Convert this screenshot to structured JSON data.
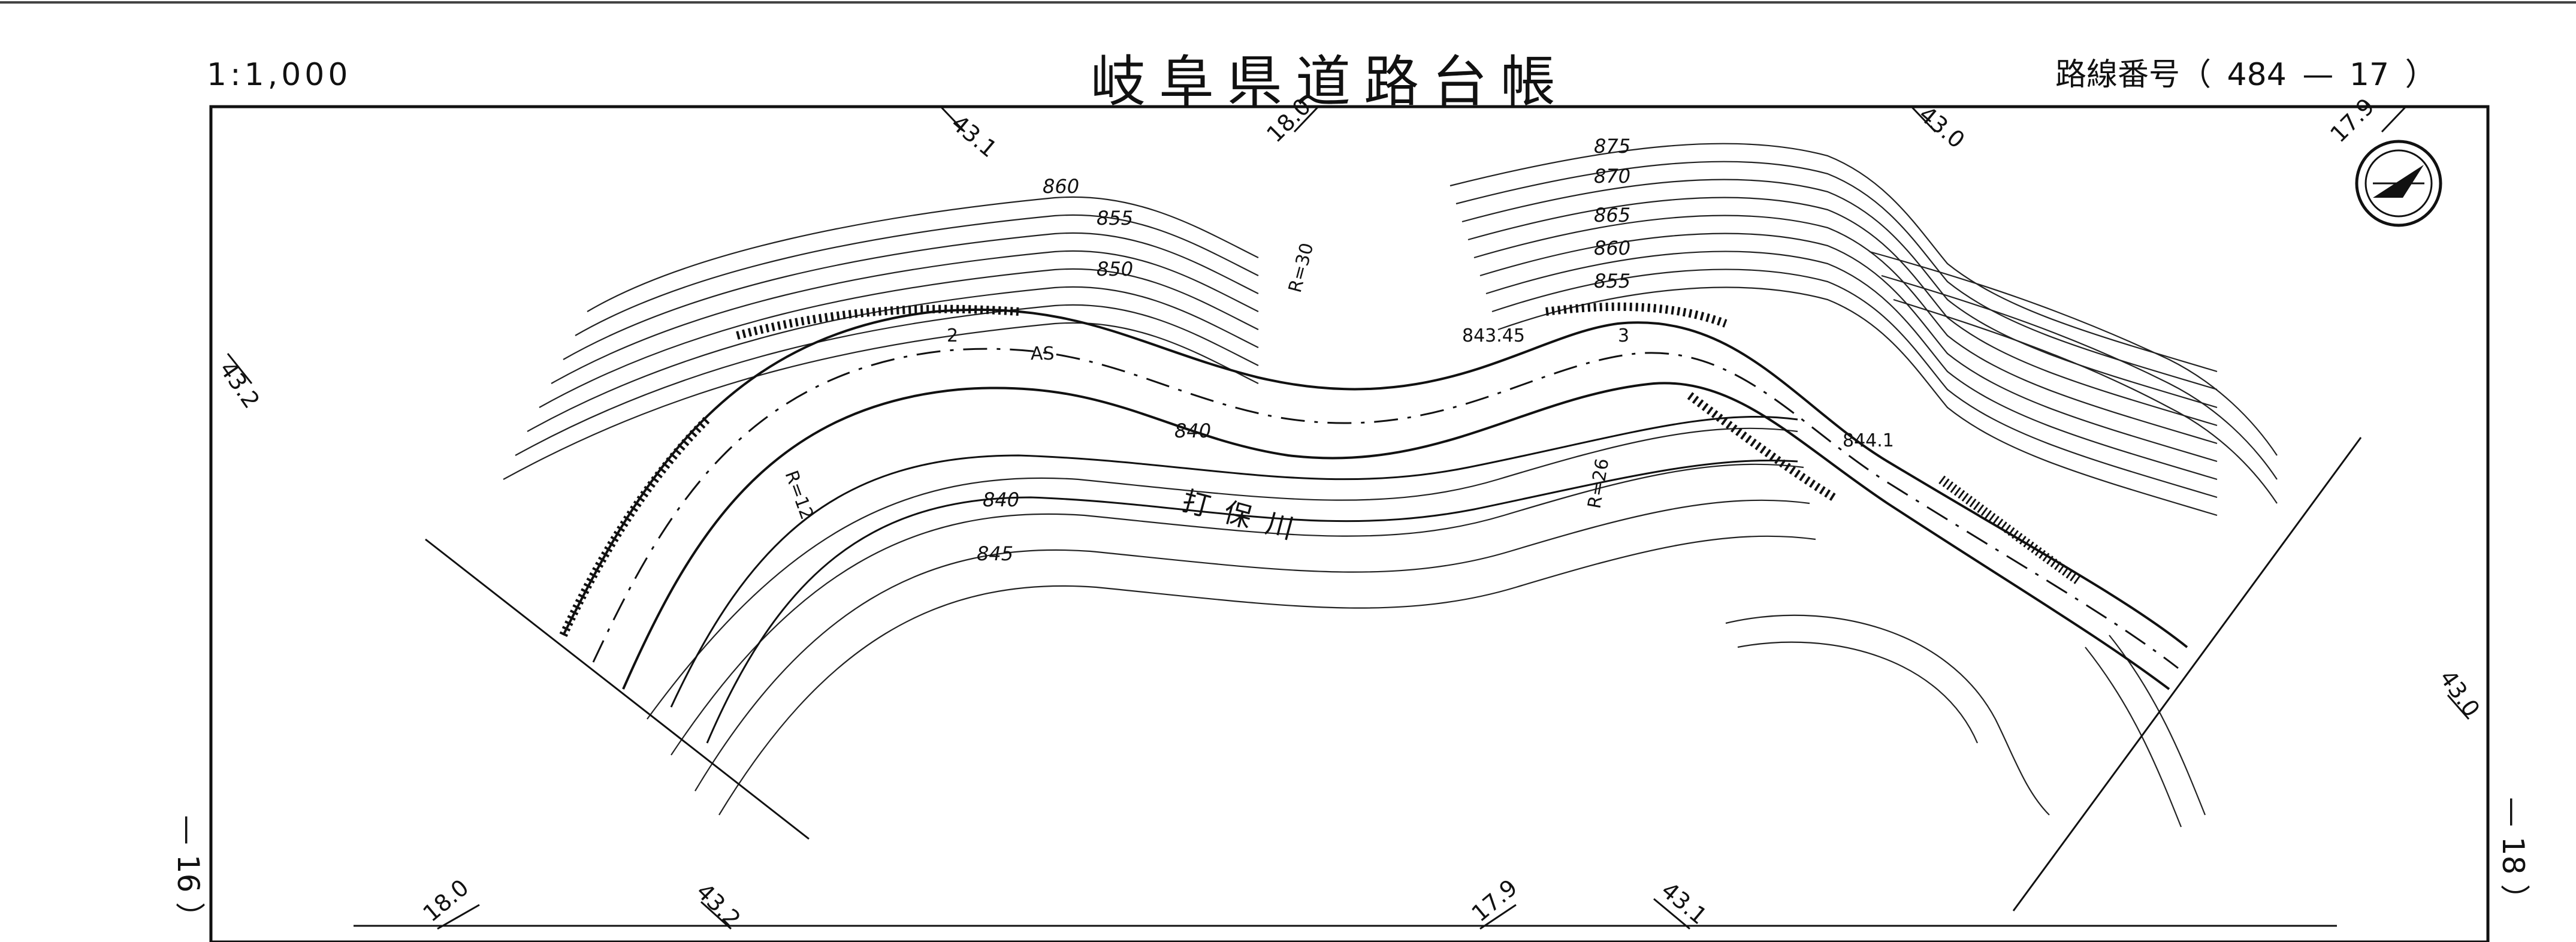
{
  "header": {
    "scale": "1:1,000",
    "title": "岐阜県道路台帳",
    "route_prefix": "路線番号（",
    "route_number": "484",
    "route_dash": "—",
    "route_sheet": "17",
    "route_suffix": "）"
  },
  "side": {
    "left_sheet": "— 16 ）",
    "right_sheet": "— 18 ）"
  },
  "map": {
    "river_label": "打保川",
    "road_label": "AS",
    "marker_labels": [
      "43.1",
      "18.0",
      "43.0",
      "17.9",
      "43.2",
      "43.0",
      "18.0",
      "43.2",
      "17.9",
      "43.1"
    ],
    "contour_labels": [
      "860",
      "855",
      "850",
      "875",
      "870",
      "865",
      "860",
      "855",
      "840",
      "840",
      "845"
    ],
    "elevations": [
      "843.45",
      "844.1"
    ],
    "radius_labels": [
      "R=30",
      "R=26",
      "R=12"
    ],
    "lane_numbers": [
      "2",
      "3"
    ],
    "north_icon": "north-arrow-icon"
  }
}
